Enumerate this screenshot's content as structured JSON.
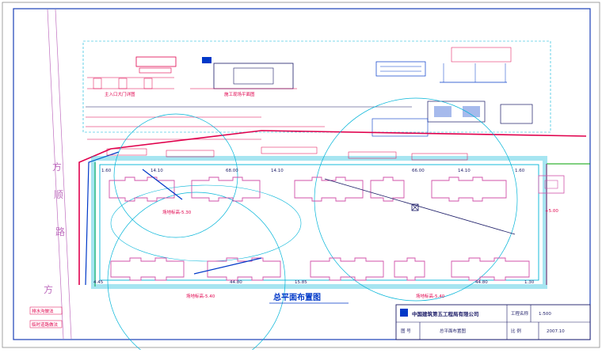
{
  "drawing": {
    "title": "总平面布置图",
    "road_label": [
      "方",
      "顺",
      "路",
      "方"
    ],
    "dim_top": [
      "1.60",
      "14.10",
      "68.00",
      "14.10",
      "66.00",
      "14.10",
      "1.60"
    ],
    "dim_bottom": [
      "4.45",
      "44.80",
      "15.85",
      "44.80",
      "1.30"
    ],
    "elev_left": "场地标高-5.30",
    "elev_bottom_left": "场地标高-5.40",
    "elev_bottom_right": "场地标高-5.40",
    "elev_right": "+5.00",
    "gate_label": "主入口大门详图",
    "site_label": "施工现场平面图"
  },
  "title_block": {
    "company": "中国建筑第五工程局有限公司",
    "project": "工程名称",
    "sheet_name": "总平面布置图",
    "cell_a": "图 号",
    "cell_b": "比 例",
    "scale": "1:500",
    "date": "2007.10"
  },
  "legend_left": [
    "排水沟做法",
    "临时道路做法"
  ],
  "colors": {
    "frame": "#1a3fb8",
    "cad_red": "#e0004c",
    "cad_cyan": "#00b4d8",
    "cad_blue": "#0038c8",
    "cad_green": "#00a000",
    "cad_pink": "#d050a8"
  }
}
